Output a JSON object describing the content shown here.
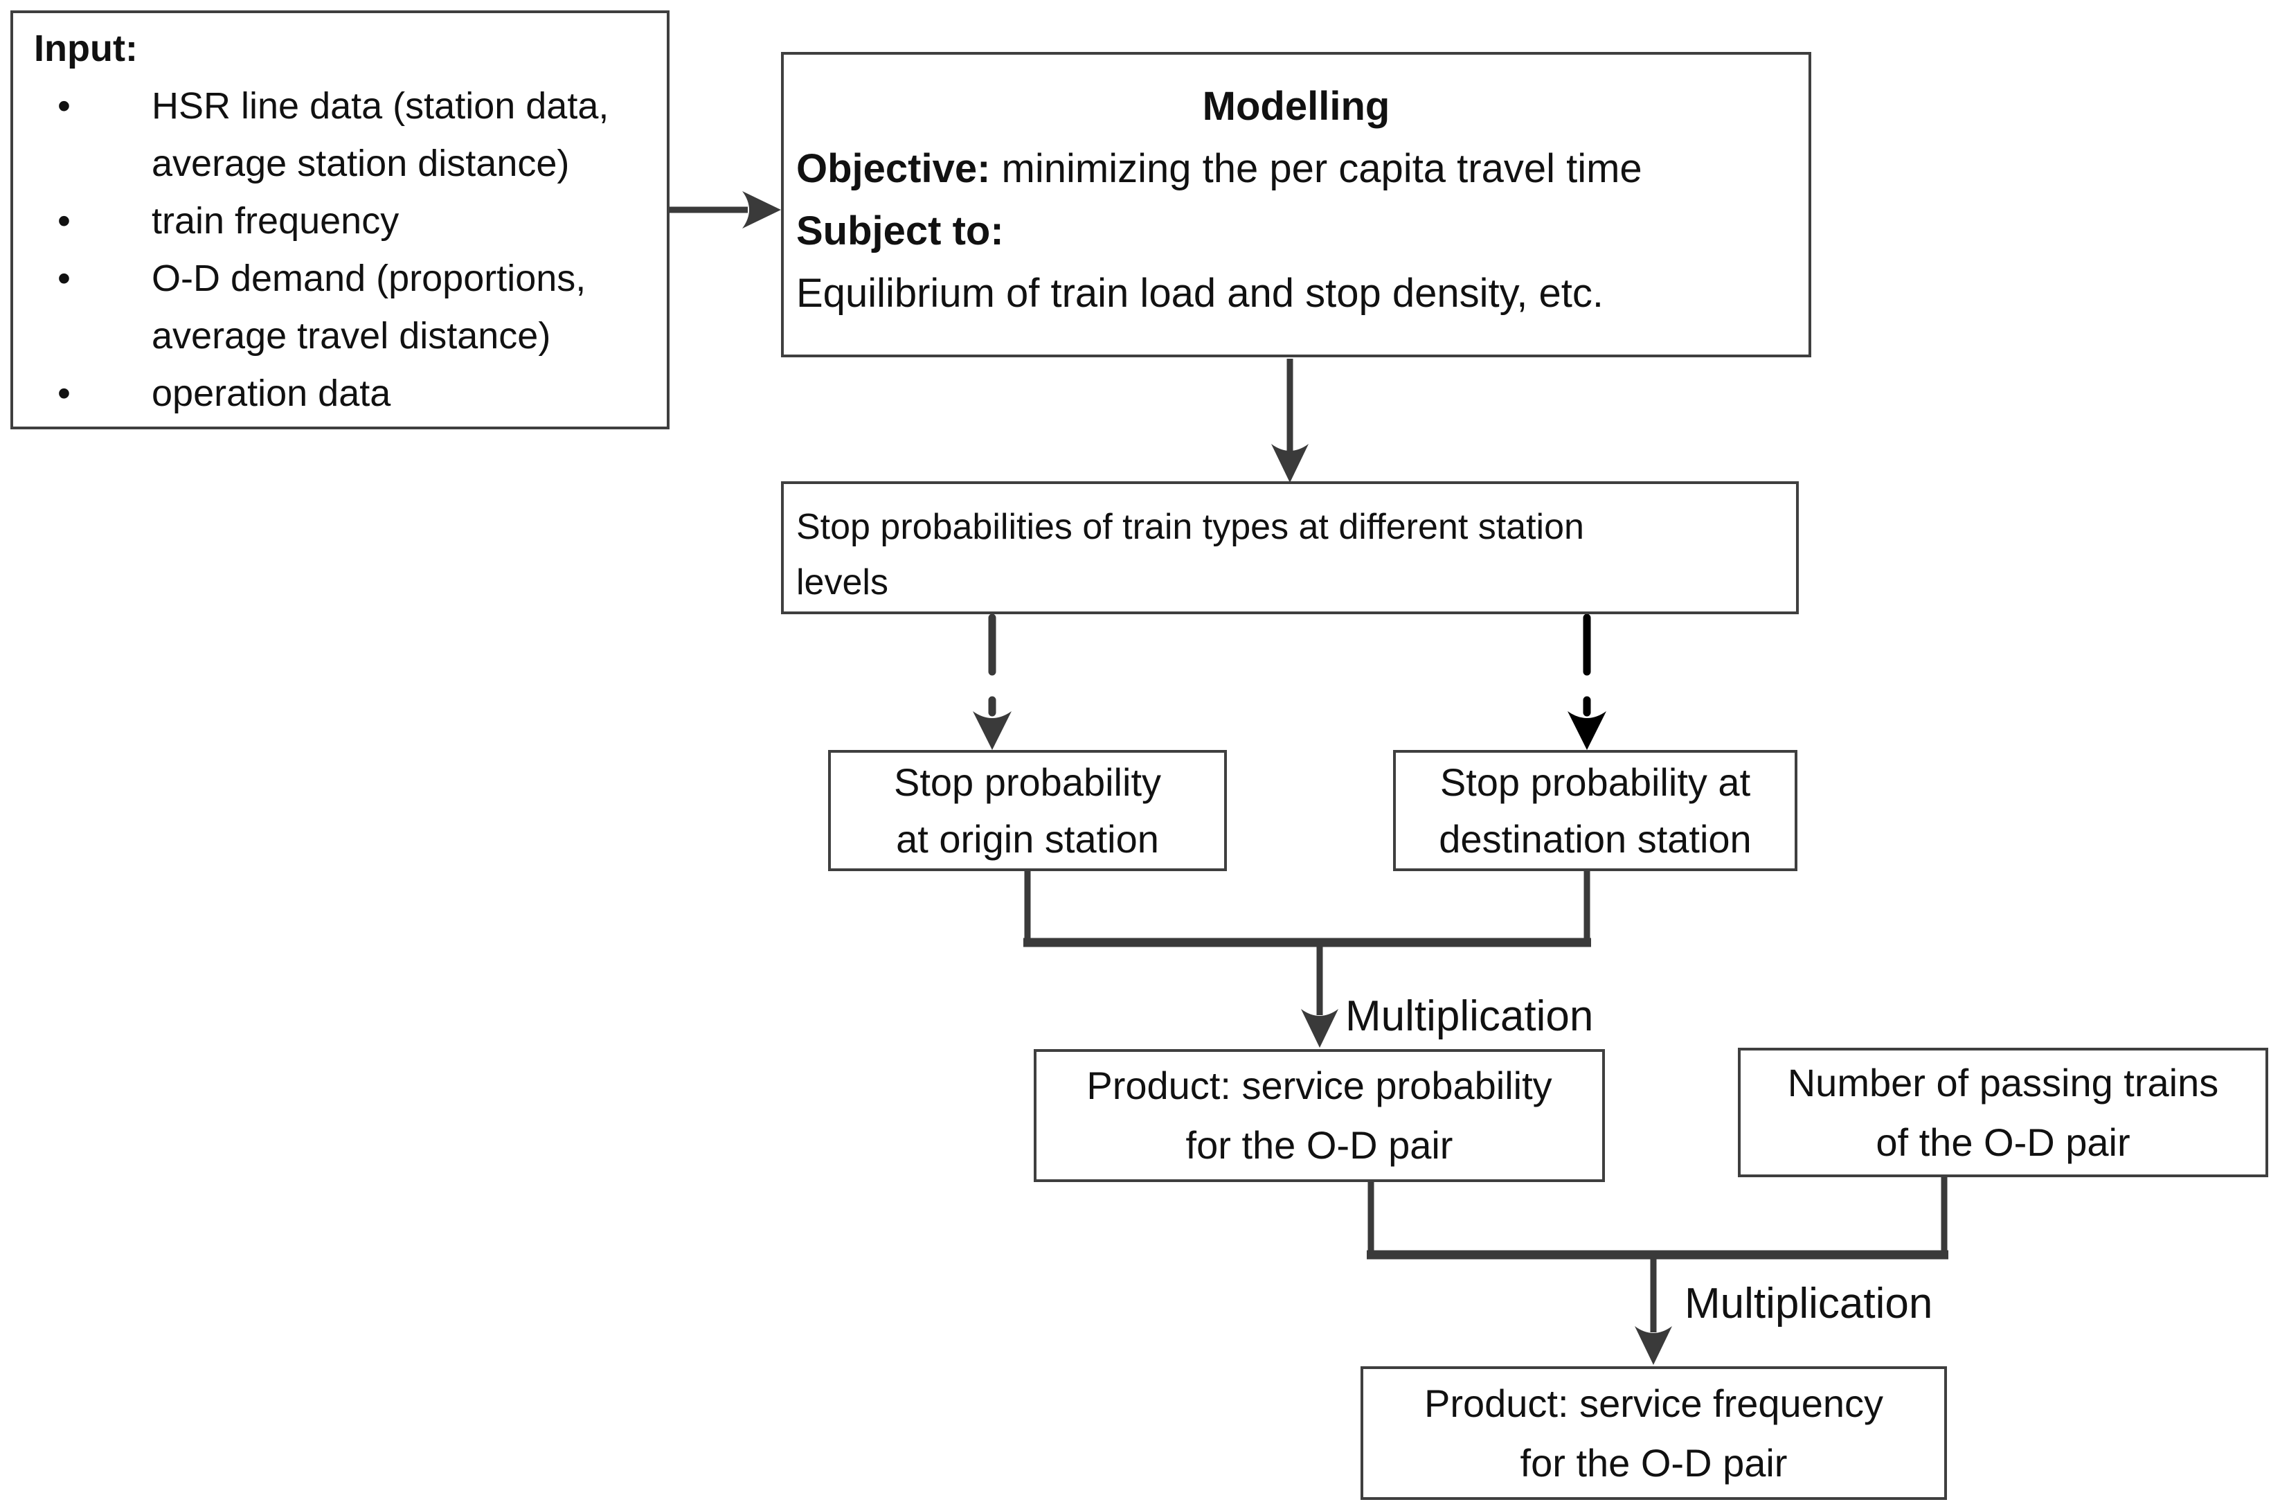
{
  "colors": {
    "background": "#ffffff",
    "box_border": "#3f3f3f",
    "connector": "#3a3a3a",
    "dashed_arrow_right": "#000000",
    "text": "#111111"
  },
  "input_box": {
    "title": "Input:",
    "lines": [
      {
        "marker": "•",
        "text": "HSR line data (station data,"
      },
      {
        "marker": "",
        "text": "average station distance)"
      },
      {
        "marker": "•",
        "text": "train frequency"
      },
      {
        "marker": "•",
        "text": "O-D demand (proportions,"
      },
      {
        "marker": "",
        "text": "average travel distance)"
      },
      {
        "marker": "•",
        "text": "operation data"
      }
    ]
  },
  "modelling_box": {
    "title": "Modelling",
    "lines": [
      {
        "bold": "Objective:",
        "text": " minimizing the per capita travel time"
      },
      {
        "bold": "Subject to:",
        "text": ""
      },
      {
        "bold": "",
        "text": "Equilibrium of train load and stop density, etc."
      }
    ]
  },
  "stop_probabilities_box": {
    "lines": [
      "Stop probabilities of train types at different station",
      "levels"
    ]
  },
  "origin_box": {
    "lines": [
      "Stop probability",
      "at origin station"
    ]
  },
  "destination_box": {
    "lines": [
      "Stop probability at",
      "destination station"
    ]
  },
  "product_probability_box": {
    "lines": [
      "Product: service probability",
      "for the O-D pair"
    ]
  },
  "passing_trains_box": {
    "lines": [
      "Number of passing trains",
      "of the O-D pair"
    ]
  },
  "product_frequency_box": {
    "lines": [
      "Product: service frequency",
      "for the O-D pair"
    ]
  },
  "labels": {
    "multiplication_1": "Multiplication",
    "multiplication_2": "Multiplication"
  }
}
